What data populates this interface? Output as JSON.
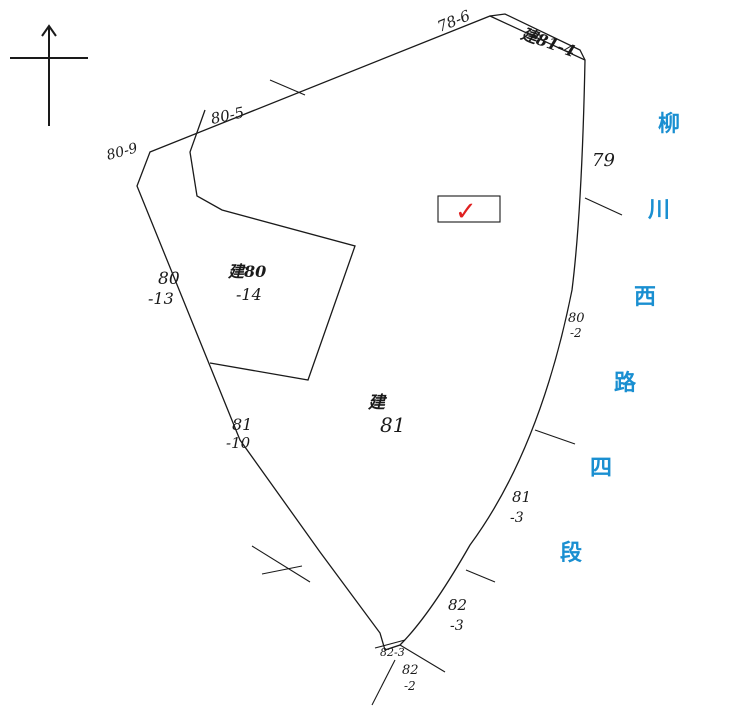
{
  "map": {
    "parcels": {
      "p78_6": "78-6",
      "p_bldg_81_4": "建81-4",
      "p80_5": "80-5",
      "p80_9": "80-9",
      "p79": "79",
      "p80_13_a": "80",
      "p80_13_b": "-13",
      "p_bldg_80_14_a": "建80",
      "p_bldg_80_14_b": "-14",
      "p80_2_a": "80",
      "p80_2_b": "-2",
      "p_bldg_81_a": "建",
      "p_bldg_81_b": "81",
      "p81_10_a": "81",
      "p81_10_b": "-10",
      "p81_3_a": "81",
      "p81_3_b": "-3",
      "p82_3_a": "82",
      "p82_3_b": "-3",
      "p82_small": "82-3",
      "p82_2_a": "82",
      "p82_2_b": "-2"
    },
    "street_chars": [
      "柳",
      "川",
      "西",
      "路",
      "四",
      "段"
    ],
    "check_mark": "✓",
    "colors": {
      "street_label": "#1a8fd1",
      "check_mark": "#e02020",
      "ink": "#1a1a1a"
    }
  }
}
